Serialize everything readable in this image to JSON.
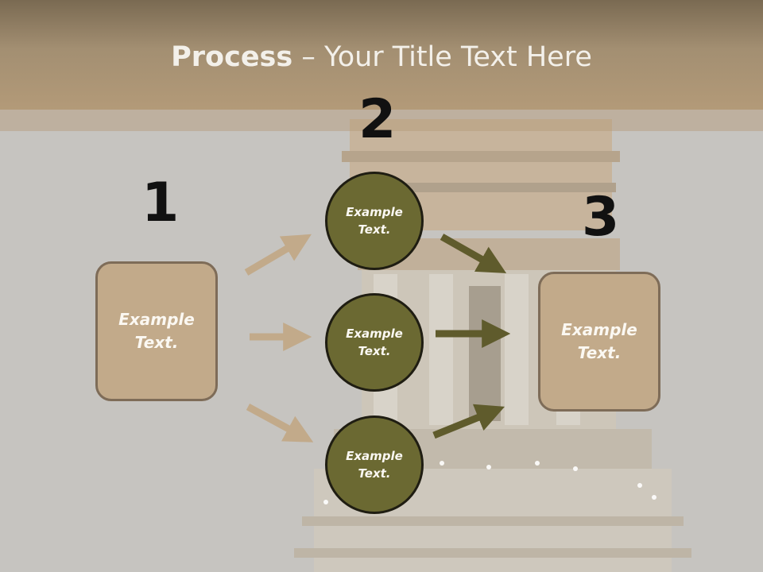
{
  "slide": {
    "title_bold": "Process",
    "title_rest": " – Your Title Text Here",
    "steps": [
      "1",
      "2",
      "3"
    ],
    "left_box": "Example\nText.",
    "right_box": "Example\nText.",
    "circles": [
      "Example\nText.",
      "Example\nText.",
      "Example\nText."
    ]
  },
  "colors": {
    "header": "#a38f72",
    "box_fill": "#c2aa8a",
    "circle_fill": "#6b6932",
    "left_arrows": "#c2aa8a",
    "right_arrows": "#5f5b2c"
  }
}
